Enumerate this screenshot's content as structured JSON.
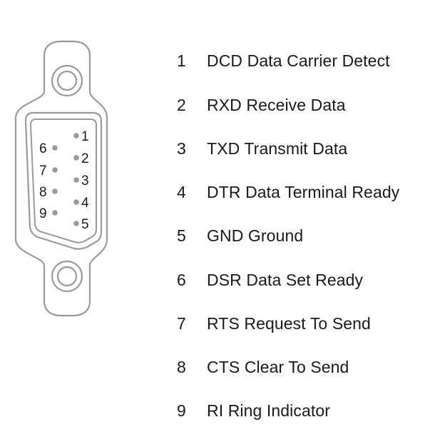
{
  "colors": {
    "outline": "#9a9a9a",
    "pin_dot": "#9a9a9a",
    "text": "#1a1a1a",
    "background": "#ffffff"
  },
  "connector": {
    "type": "DE-9 (DB9) male connector, front view",
    "pin_labels": [
      "1",
      "2",
      "3",
      "4",
      "5",
      "6",
      "7",
      "8",
      "9"
    ],
    "screw_holes": 2
  },
  "pins": [
    {
      "number": "1",
      "code": "DCD",
      "description": "Data Carrier Detect"
    },
    {
      "number": "2",
      "code": "RXD",
      "description": "Receive Data"
    },
    {
      "number": "3",
      "code": "TXD",
      "description": "Transmit Data"
    },
    {
      "number": "4",
      "code": "DTR",
      "description": "Data Terminal Ready"
    },
    {
      "number": "5",
      "code": "GND",
      "description": "Ground"
    },
    {
      "number": "6",
      "code": "DSR",
      "description": "Data Set Ready"
    },
    {
      "number": "7",
      "code": "RTS",
      "description": "Request To Send"
    },
    {
      "number": "8",
      "code": "CTS",
      "description": "Clear To Send"
    },
    {
      "number": "9",
      "code": "RI",
      "description": "Ring Indicator"
    }
  ]
}
